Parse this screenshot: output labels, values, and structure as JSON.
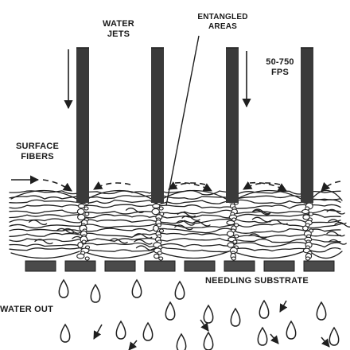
{
  "labels": {
    "water_jets_l1": "WATER",
    "water_jets_l2": "JETS",
    "entangled_l1": "ENTANGLED",
    "entangled_l2": "AREAS",
    "speed_l1": "50-750",
    "speed_l2": "FPS",
    "surface_l1": "SURFACE",
    "surface_l2": "FIBERS",
    "substrate": "NEEDLING SUBSTRATE",
    "water_out": "WATER OUT"
  },
  "colors": {
    "ink": "#1f1f1f",
    "jet": "#3a3a3a",
    "paper": "#ffffff"
  }
}
